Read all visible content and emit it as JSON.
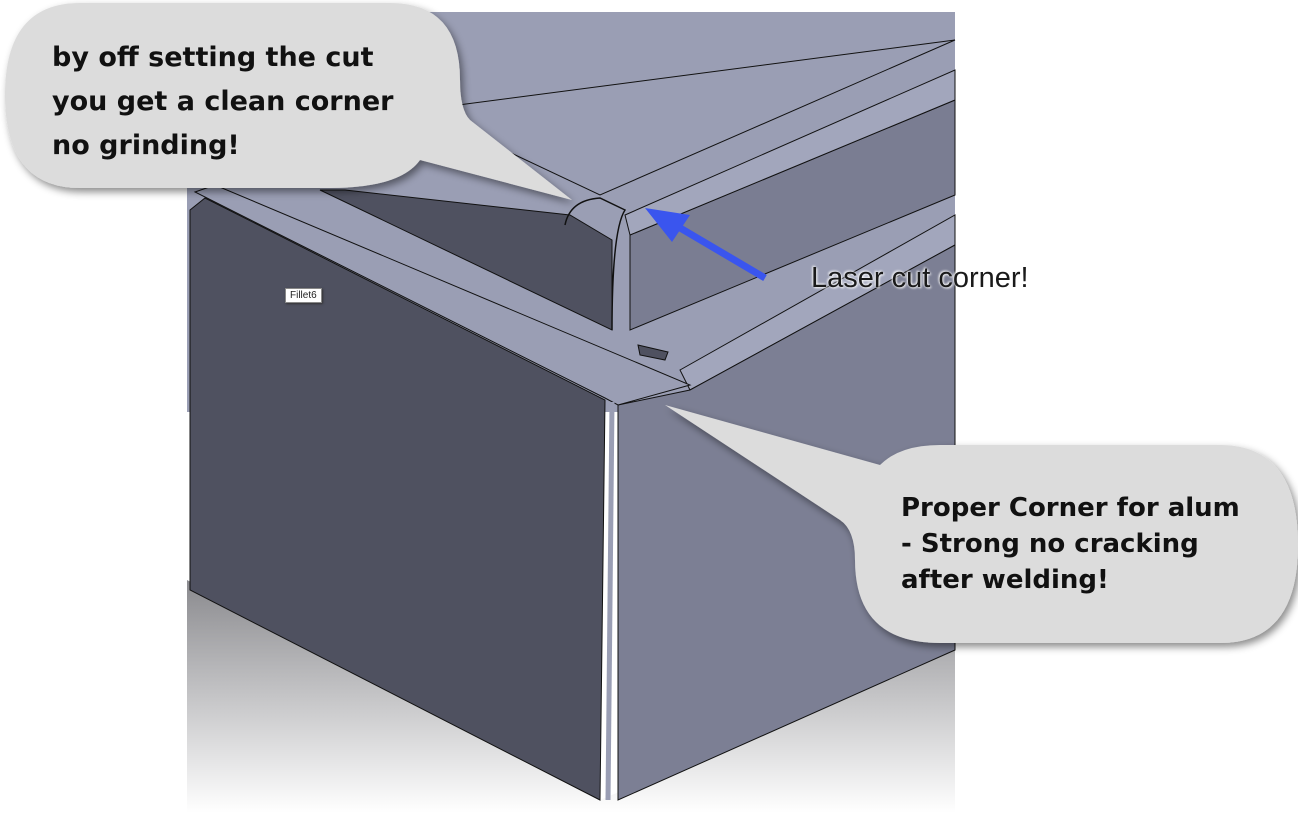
{
  "callouts": {
    "top_left": "by off setting the cut\nyou get a clean corner\nno grinding!",
    "bottom_right": "Proper Corner for alum\n- Strong no cracking\nafter welding!",
    "arrow_label": "Laser cut corner!"
  },
  "tooltip": {
    "feature": "Fillet6"
  },
  "colors": {
    "top_surface": "#9a9eb4",
    "dark_face": "#4f5160",
    "side_face": "#7c7f94",
    "bubble": "#dcdcdc",
    "arrow": "#3a55ee"
  }
}
